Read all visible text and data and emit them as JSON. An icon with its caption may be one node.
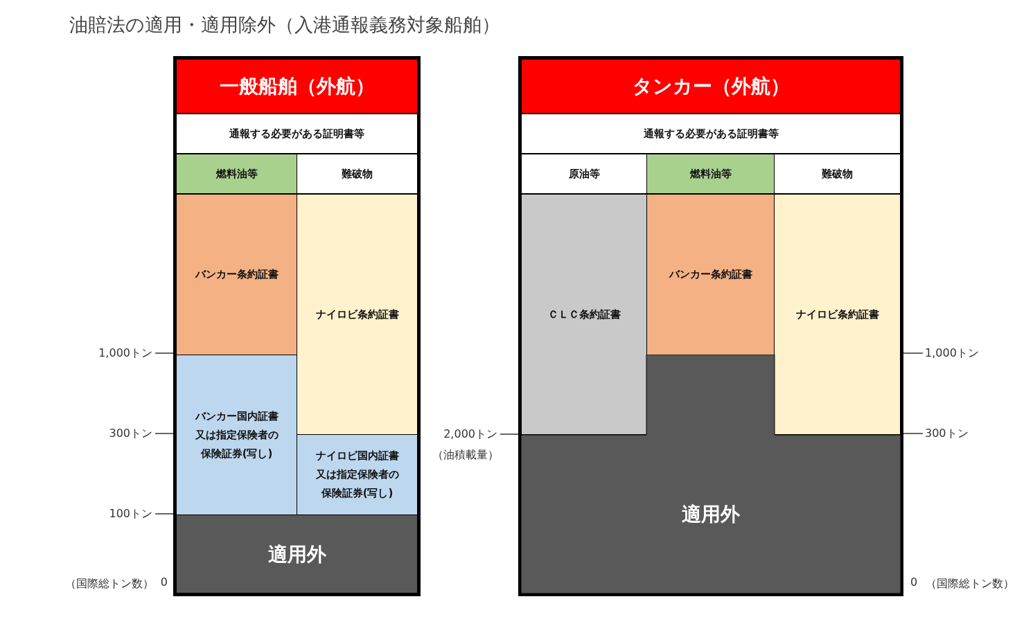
{
  "diagram": {
    "title": "油賠法の適用・適用除外（入港通報義務対象船舶）",
    "nodes": [
      {
        "text": [],
        "shape": "box"
      },
      {
        "text": [
          "一般船舶（外航）"
        ],
        "in": 0
      },
      {
        "text": [
          "通報する必要がある証明書等"
        ],
        "in": 0
      },
      {
        "text": [
          "燃料油等"
        ],
        "in": 0
      },
      {
        "text": [
          "難破物"
        ],
        "in": 0
      },
      {
        "text": [
          "バンカー条約証書"
        ],
        "in": 0
      },
      {
        "text": [
          "ナイロビ条約証書"
        ],
        "in": 0
      },
      {
        "text": [
          "バンカー国内証書又は指定保険者の保険証券(写し)"
        ],
        "in": 0
      },
      {
        "text": [
          "ナイロビ国内証書又は指定保険者の保険証券(写し)"
        ],
        "in": 0
      },
      {
        "text": [
          "適用外"
        ],
        "in": 0
      },
      {
        "text": [],
        "shape": "box"
      },
      {
        "text": [
          "タンカー（外航）"
        ],
        "in": 10
      },
      {
        "text": [
          "通報する必要がある証明書等"
        ],
        "in": 10
      },
      {
        "text": [
          "原油等"
        ],
        "in": 10
      },
      {
        "text": [
          "燃料油等"
        ],
        "in": 10
      },
      {
        "text": [
          "難破物"
        ],
        "in": 10
      },
      {
        "text": [
          "ＣＬＣ条約証書"
        ],
        "in": 10
      },
      {
        "text": [
          "バンカー条約証書"
        ],
        "in": 10
      },
      {
        "text": [
          "ナイロビ条約証書"
        ],
        "in": 10
      },
      {
        "text": [
          "適用外"
        ],
        "in": 10
      }
    ],
    "labels": [
      "1,000トン",
      "300トン",
      "100トン",
      "（国際総トン数）",
      "0",
      "2,000トン",
      "（油積載量）",
      "1,000トン",
      "300トン",
      "0",
      "（国際総トン数）"
    ]
  }
}
